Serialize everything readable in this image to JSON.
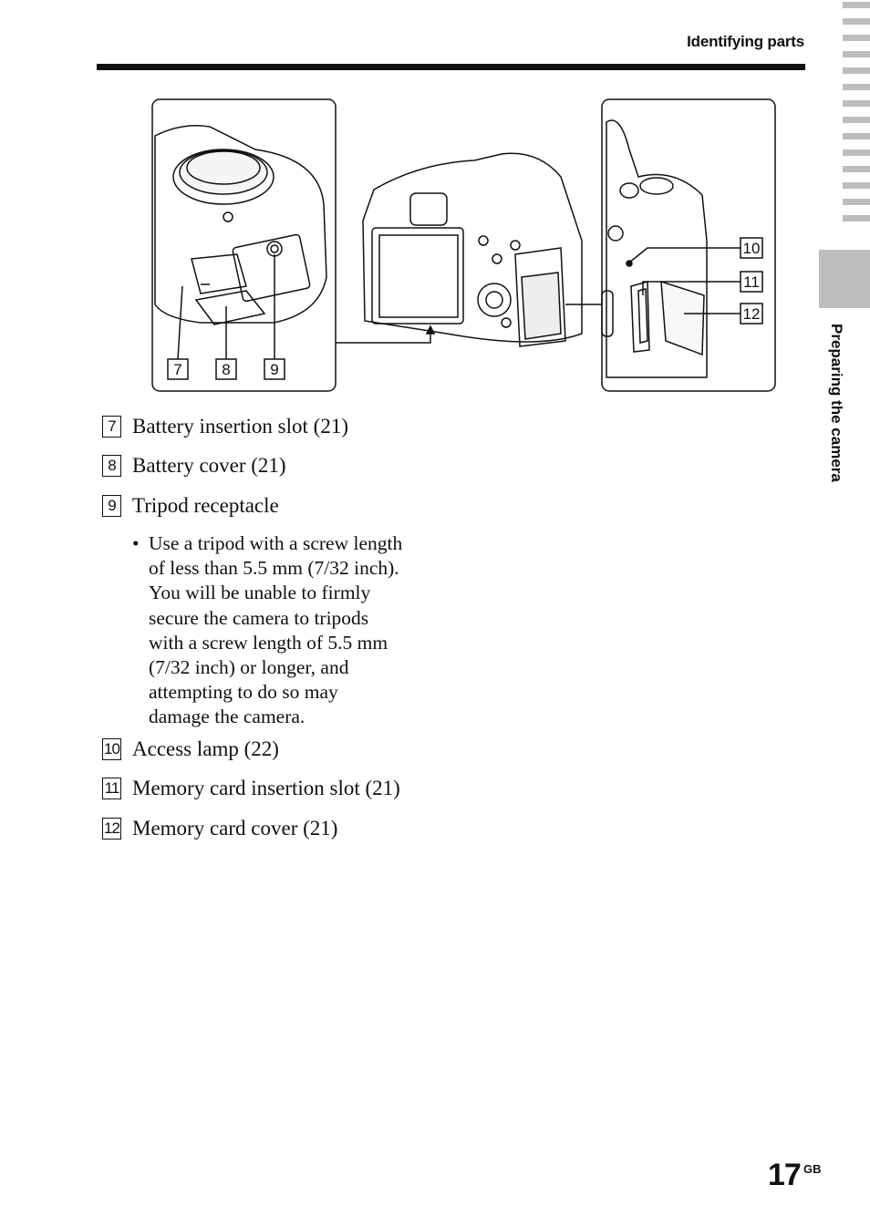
{
  "header": {
    "title": "Identifying parts"
  },
  "sidebar": {
    "section_label": "Preparing the camera"
  },
  "figure": {
    "callouts": [
      "7",
      "8",
      "9",
      "10",
      "11",
      "12"
    ]
  },
  "items": [
    {
      "num": "7",
      "label": "Battery insertion slot (21)"
    },
    {
      "num": "8",
      "label": "Battery cover (21)"
    },
    {
      "num": "9",
      "label": "Tripod receptacle"
    },
    {
      "num": "10",
      "label": "Access lamp (22)"
    },
    {
      "num": "11",
      "label": "Memory card insertion slot (21)"
    },
    {
      "num": "12",
      "label": "Memory card cover (21)"
    }
  ],
  "note": {
    "bullet": "•",
    "text": "Use a tripod with a screw length\nof less than 5.5 mm (7/32 inch).\nYou will be unable to firmly\nsecure the camera to tripods\nwith a screw length of 5.5 mm\n(7/32 inch) or longer, and\nattempting to do so may\ndamage the camera."
  },
  "footer": {
    "page_number": "17",
    "page_suffix": "GB"
  }
}
